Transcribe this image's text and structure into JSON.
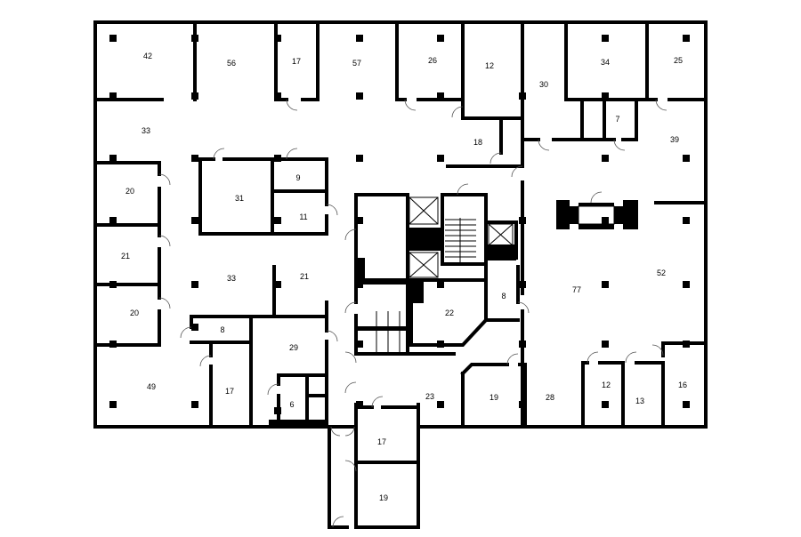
{
  "plan": {
    "rooms": [
      {
        "id": "r42",
        "label": "42"
      },
      {
        "id": "r56",
        "label": "56"
      },
      {
        "id": "r17a",
        "label": "17"
      },
      {
        "id": "r57",
        "label": "57"
      },
      {
        "id": "r26",
        "label": "26"
      },
      {
        "id": "r12a",
        "label": "12"
      },
      {
        "id": "r30",
        "label": "30"
      },
      {
        "id": "r34",
        "label": "34"
      },
      {
        "id": "r25",
        "label": "25"
      },
      {
        "id": "r7",
        "label": "7"
      },
      {
        "id": "r33a",
        "label": "33"
      },
      {
        "id": "r18",
        "label": "18"
      },
      {
        "id": "r39",
        "label": "39"
      },
      {
        "id": "r9",
        "label": "9"
      },
      {
        "id": "r20a",
        "label": "20"
      },
      {
        "id": "r31",
        "label": "31"
      },
      {
        "id": "r11",
        "label": "11"
      },
      {
        "id": "r21a",
        "label": "21"
      },
      {
        "id": "r33b",
        "label": "33"
      },
      {
        "id": "r21b",
        "label": "21"
      },
      {
        "id": "r52",
        "label": "52"
      },
      {
        "id": "r77",
        "label": "77"
      },
      {
        "id": "r8a",
        "label": "8"
      },
      {
        "id": "r22",
        "label": "22"
      },
      {
        "id": "r20b",
        "label": "20"
      },
      {
        "id": "r8b",
        "label": "8"
      },
      {
        "id": "r29",
        "label": "29"
      },
      {
        "id": "r49",
        "label": "49"
      },
      {
        "id": "r17b",
        "label": "17"
      },
      {
        "id": "r6",
        "label": "6"
      },
      {
        "id": "r23",
        "label": "23"
      },
      {
        "id": "r19a",
        "label": "19"
      },
      {
        "id": "r28",
        "label": "28"
      },
      {
        "id": "r12b",
        "label": "12"
      },
      {
        "id": "r13",
        "label": "13"
      },
      {
        "id": "r16",
        "label": "16"
      },
      {
        "id": "r17c",
        "label": "17"
      },
      {
        "id": "r19b",
        "label": "19"
      }
    ]
  }
}
